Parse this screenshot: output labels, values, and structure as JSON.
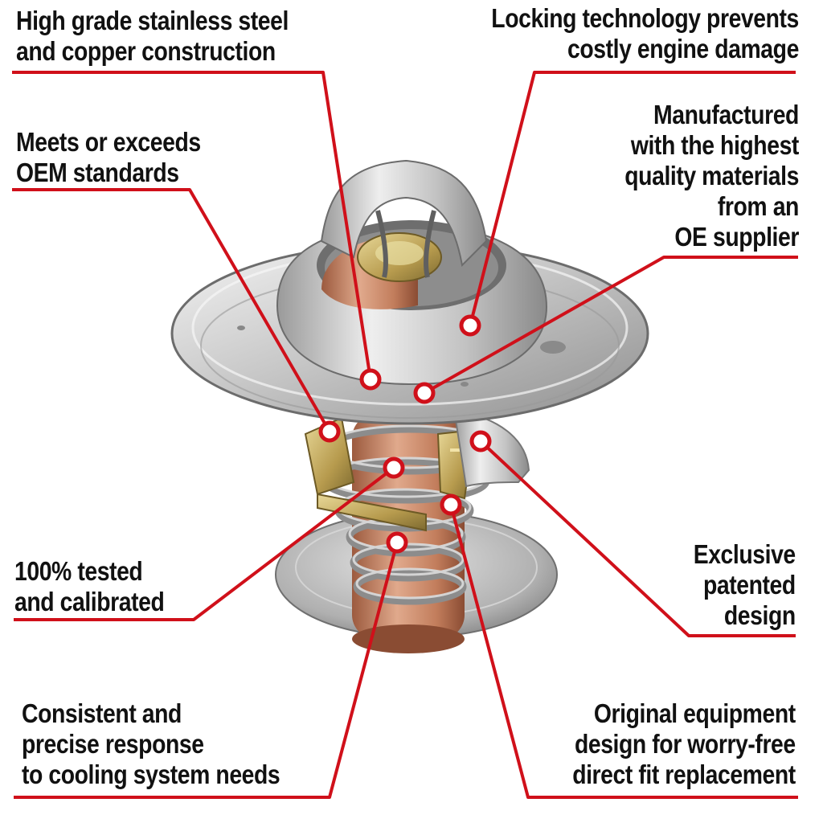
{
  "callouts": [
    {
      "id": "stainless-copper",
      "lines": [
        "High grade stainless steel",
        "and copper construction"
      ]
    },
    {
      "id": "locking-technology",
      "lines": [
        "Locking technology prevents",
        "costly engine damage"
      ]
    },
    {
      "id": "oem-standards",
      "lines": [
        "Meets or exceeds",
        "OEM standards"
      ]
    },
    {
      "id": "quality-materials",
      "lines": [
        "Manufactured",
        "with the highest",
        "quality materials",
        "from an",
        "OE supplier"
      ]
    },
    {
      "id": "tested-calibrated",
      "lines": [
        "100% tested",
        "and calibrated"
      ]
    },
    {
      "id": "patented-design",
      "lines": [
        "Exclusive",
        "patented",
        "design"
      ]
    },
    {
      "id": "precise-response",
      "lines": [
        "Consistent and",
        "precise response",
        "to cooling system needs"
      ]
    },
    {
      "id": "original-equipment",
      "lines": [
        "Original equipment",
        "design for worry-free",
        "direct fit replacement"
      ]
    }
  ],
  "colors": {
    "accent_red": "#d0101a",
    "text": "#111111",
    "steel_light": "#e6e6e6",
    "steel_mid": "#b9b9b9",
    "steel_dark": "#7d7d7d",
    "copper": "#c98a68",
    "brass": "#c4ab62"
  }
}
